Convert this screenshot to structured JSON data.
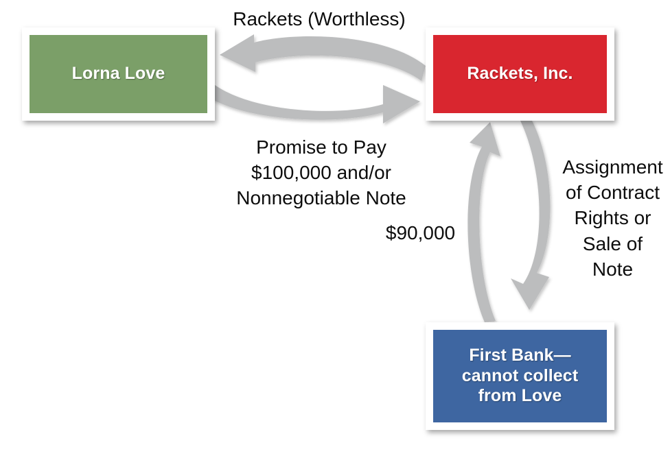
{
  "diagram": {
    "type": "flow-diagram",
    "title": "Rackets, Inc. nonnegotiable note flow",
    "colors": {
      "payee_green": "#7b9f68",
      "seller_red": "#d9262f",
      "bank_blue": "#3e66a1",
      "arrow_gray": "#bcbdbe",
      "text_black": "#0d0d0d",
      "frame_white": "#ffffff",
      "page_background": "#ffffff"
    },
    "nodes": [
      {
        "id": "lorna",
        "label": "Lorna Love",
        "color": "#7b9f68"
      },
      {
        "id": "rackets",
        "label": "Rackets, Inc.",
        "color": "#d9262f"
      },
      {
        "id": "bank",
        "label": "First Bank—\ncannot collect\nfrom Love",
        "color": "#3e66a1"
      }
    ],
    "edges": [
      {
        "id": "rackets-to-lorna",
        "from": "rackets",
        "to": "lorna",
        "label": "Rackets (Worthless)",
        "direction": "right-to-left",
        "style": "curved-block-arrow"
      },
      {
        "id": "lorna-to-rackets",
        "from": "lorna",
        "to": "rackets",
        "label": "Promise to Pay\n$100,000 and/or\nNonnegotiable Note",
        "direction": "left-to-right",
        "style": "curved-block-arrow"
      },
      {
        "id": "bank-to-rackets",
        "from": "bank",
        "to": "rackets",
        "label": "$90,000",
        "direction": "bottom-to-top",
        "style": "curved-block-arrow"
      },
      {
        "id": "rackets-to-bank",
        "from": "rackets",
        "to": "bank",
        "label": "Assignment\nof Contract\nRights or\nSale of\nNote",
        "direction": "top-to-bottom",
        "style": "curved-block-arrow"
      }
    ]
  }
}
